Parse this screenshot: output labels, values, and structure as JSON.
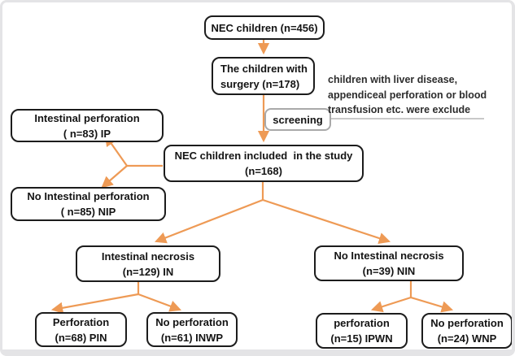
{
  "colors": {
    "arrow": "#ee9a55",
    "box_border": "#1c1c1c",
    "screening_border": "#a9a9a9",
    "note_line": "#c9c9c9",
    "frame": "#e4e4e6"
  },
  "boxes": {
    "nec": {
      "lines": [
        "NEC children (n=456)"
      ]
    },
    "surgery": {
      "lines": [
        "The children with",
        "surgery (n=178)"
      ]
    },
    "screening": {
      "lines": [
        "screening"
      ]
    },
    "included": {
      "lines": [
        "NEC children included  in the study",
        "(n=168)"
      ]
    },
    "ip": {
      "lines": [
        "Intestinal perforation",
        "( n=83) IP"
      ]
    },
    "nip": {
      "lines": [
        "No Intestinal perforation",
        "( n=85) NIP"
      ]
    },
    "in": {
      "lines": [
        "Intestinal necrosis",
        "(n=129) IN"
      ]
    },
    "nin": {
      "lines": [
        "No Intestinal necrosis",
        "(n=39) NIN"
      ]
    },
    "pin": {
      "lines": [
        "Perforation",
        "(n=68) PIN"
      ]
    },
    "inwp": {
      "lines": [
        "No perforation",
        "(n=61) INWP"
      ]
    },
    "ipwn": {
      "lines": [
        "perforation",
        "(n=15) IPWN"
      ]
    },
    "wnp": {
      "lines": [
        "No perforation",
        "(n=24) WNP"
      ]
    }
  },
  "note": {
    "lines": [
      "children with liver disease,",
      "appendiceal perforation or blood",
      "transfusion etc. were exclude"
    ]
  }
}
